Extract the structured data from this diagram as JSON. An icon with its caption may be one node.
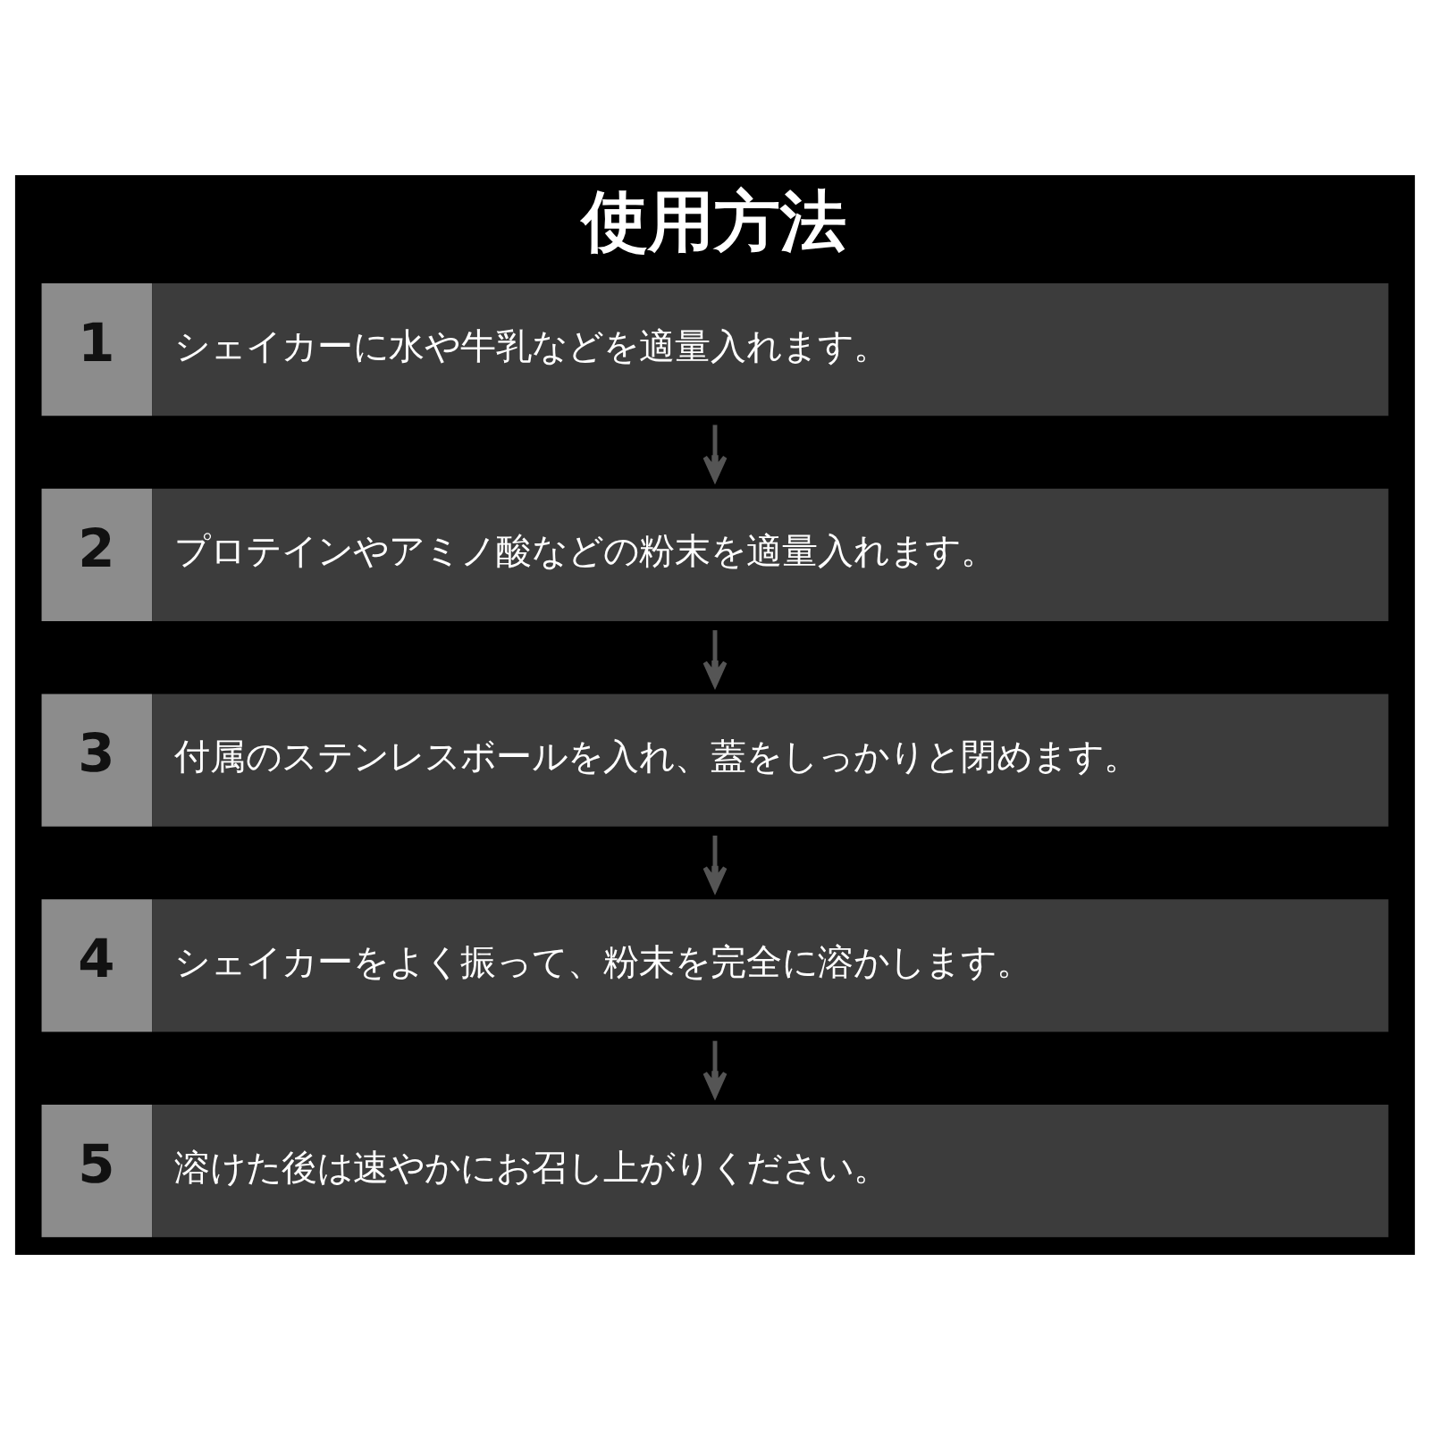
{
  "diagram": {
    "title": "使用方法",
    "nodes": [
      {
        "text": [
          "1",
          "シェイカーに水や牛乳などを適量入れます。"
        ]
      },
      {
        "text": [
          "2",
          "プロテインやアミノ酸などの粉末を適量入れます。"
        ]
      },
      {
        "text": [
          "3",
          "付属のステンレスボールを入れ、蓋をしっかりと閉めます。"
        ]
      },
      {
        "text": [
          "4",
          "シェイカーをよく振って、粉末を完全に溶かします。"
        ]
      },
      {
        "text": [
          "5",
          "溶けた後は速やかにお召し上がりください。"
        ]
      }
    ],
    "edges": [
      {
        "from": 0,
        "to": 1,
        "arrow": "to"
      },
      {
        "from": 1,
        "to": 2,
        "arrow": "to"
      },
      {
        "from": 2,
        "to": 3,
        "arrow": "to"
      },
      {
        "from": 3,
        "to": 4,
        "arrow": "to"
      }
    ]
  }
}
